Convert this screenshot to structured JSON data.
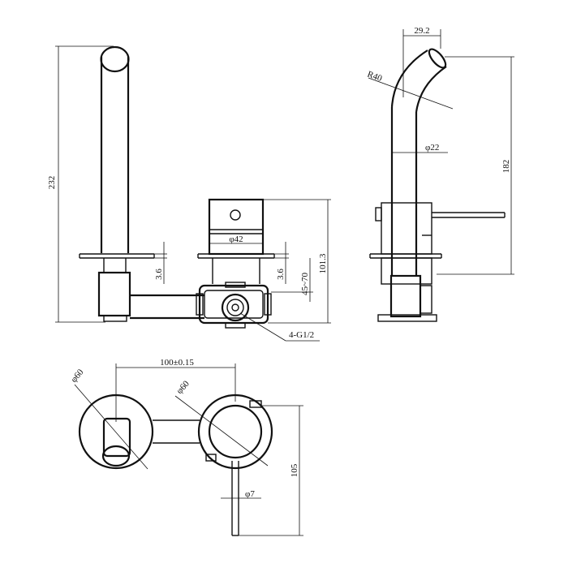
{
  "drawing": {
    "line_color": "#111111",
    "background": "#ffffff",
    "front_view": {
      "height_dim": "232",
      "plate_thickness_dim": "3.6"
    },
    "mixer_view": {
      "body_dia_dim": "φ42",
      "plate_thickness_dim": "3.6",
      "depth_range_dim": "45~70",
      "total_depth_dim": "101.3",
      "thread_callout": "4-G1/2"
    },
    "side_view": {
      "spout_offset_dim": "29.2",
      "bend_radius_dim": "R40",
      "spout_dia_dim": "φ22",
      "height_dim": "182"
    },
    "plan_view": {
      "center_distance_dim": "100±0.15",
      "spout_plate_dia_dim": "φ60",
      "mixer_plate_dia_dim": "φ60",
      "handle_dia_dim": "φ7",
      "handle_length_dim": "105"
    }
  }
}
